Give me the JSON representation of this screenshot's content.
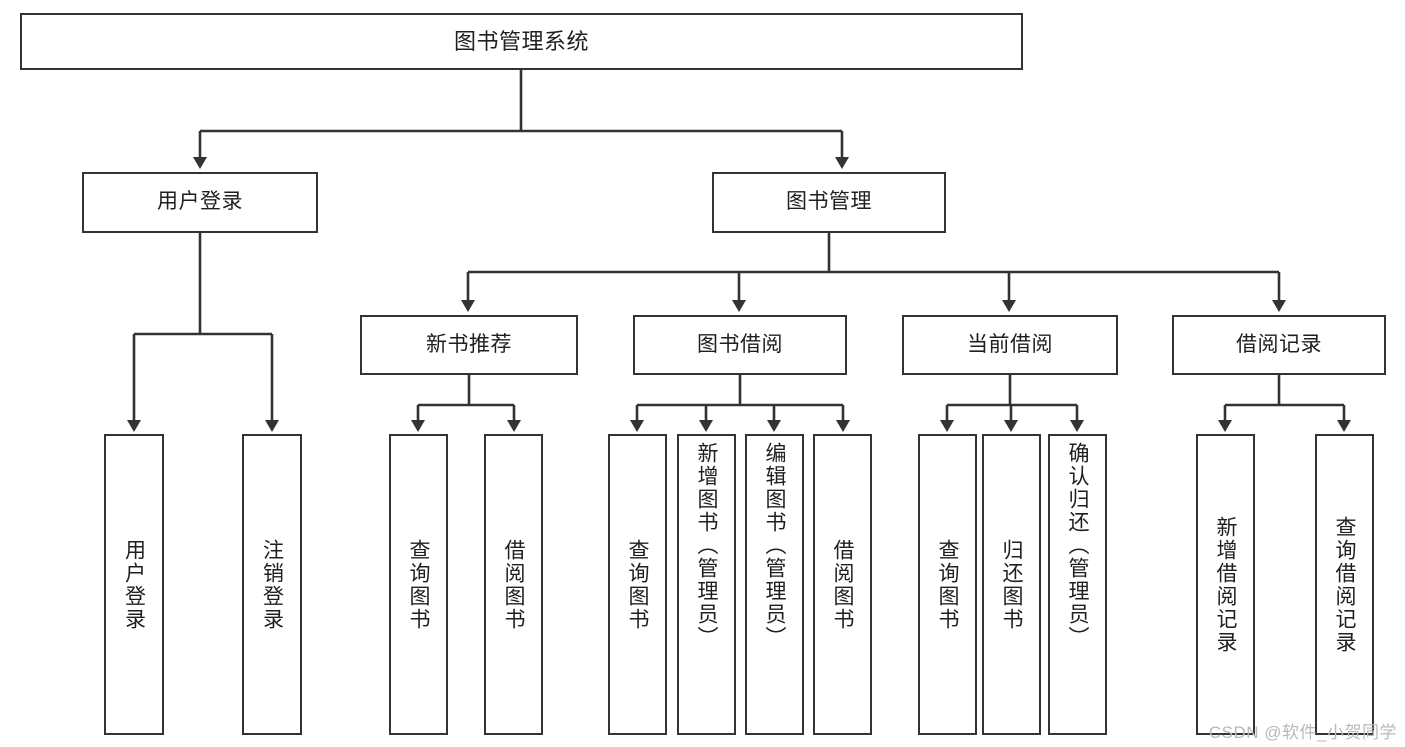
{
  "diagram": {
    "title": "图书管理系统",
    "type": "tree/hierarchy function structure diagram",
    "root": {
      "id": "root",
      "label": "图书管理系统"
    },
    "level1": [
      {
        "id": "user-login",
        "label": "用户登录"
      },
      {
        "id": "book-manage",
        "label": "图书管理"
      }
    ],
    "level2": [
      {
        "id": "new-book-rec",
        "label": "新书推荐",
        "parent": "book-manage"
      },
      {
        "id": "book-borrow",
        "label": "图书借阅",
        "parent": "book-manage"
      },
      {
        "id": "current-borrow",
        "label": "当前借阅",
        "parent": "book-manage"
      },
      {
        "id": "borrow-record",
        "label": "借阅记录",
        "parent": "book-manage"
      }
    ],
    "leaves": [
      {
        "id": "leaf-user-login",
        "label": "用户登录",
        "parent": "user-login"
      },
      {
        "id": "leaf-user-logout",
        "label": "注销登录",
        "parent": "user-login"
      },
      {
        "id": "leaf-rec-query-book",
        "label": "查询图书",
        "parent": "new-book-rec"
      },
      {
        "id": "leaf-rec-borrow-book",
        "label": "借阅图书",
        "parent": "new-book-rec"
      },
      {
        "id": "leaf-borrow-query-book",
        "label": "查询图书",
        "parent": "book-borrow"
      },
      {
        "id": "leaf-borrow-add-book",
        "label": "新增图书（管理员）",
        "parent": "book-borrow"
      },
      {
        "id": "leaf-borrow-edit-book",
        "label": "编辑图书（管理员）",
        "parent": "book-borrow"
      },
      {
        "id": "leaf-borrow-borrow-book",
        "label": "借阅图书",
        "parent": "book-borrow"
      },
      {
        "id": "leaf-current-query-book",
        "label": "查询图书",
        "parent": "current-borrow"
      },
      {
        "id": "leaf-current-return-book",
        "label": "归还图书",
        "parent": "current-borrow"
      },
      {
        "id": "leaf-current-confirm-return",
        "label": "确认归还（管理员）",
        "parent": "current-borrow"
      },
      {
        "id": "leaf-record-add",
        "label": "新增借阅记录",
        "parent": "borrow-record"
      },
      {
        "id": "leaf-record-query",
        "label": "查询借阅记录",
        "parent": "borrow-record"
      }
    ],
    "colors": {
      "stroke": "#333333",
      "fill": "#ffffff",
      "text": "#1f1f1f",
      "watermark": "#b9b9b9"
    }
  },
  "watermark": {
    "text": "CSDN @软件_小贺同学"
  }
}
